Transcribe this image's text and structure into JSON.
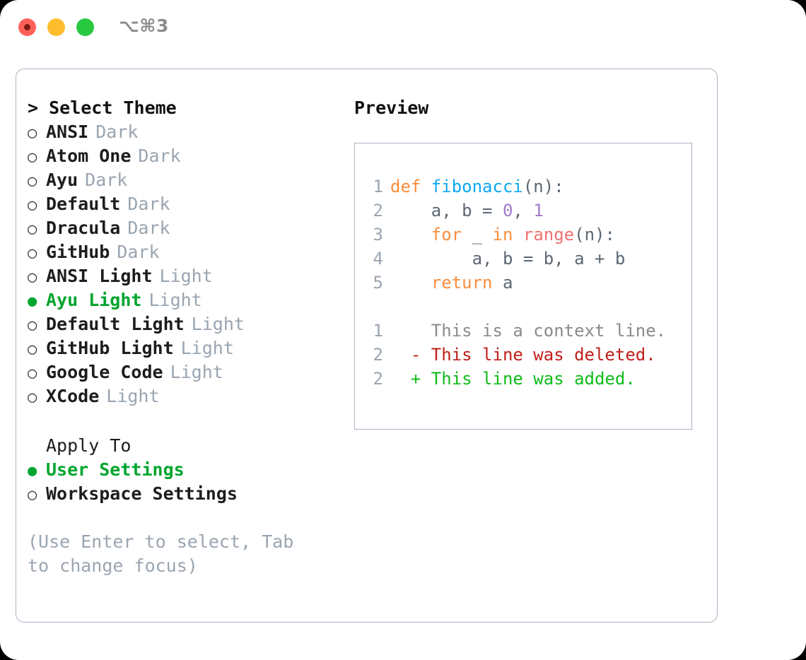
{
  "titlebar": {
    "shortcut": "⌥⌘3",
    "buttons": [
      {
        "name": "close",
        "color": "#ff6159"
      },
      {
        "name": "minimize",
        "color": "#ffbd2e"
      },
      {
        "name": "maximize",
        "color": "#28c940"
      }
    ]
  },
  "theme_selector": {
    "header": "> Select Theme",
    "items": [
      {
        "label": "ANSI",
        "tag": "Dark",
        "selected": false,
        "bullet": "○"
      },
      {
        "label": "Atom One",
        "tag": "Dark",
        "selected": false,
        "bullet": "○"
      },
      {
        "label": "Ayu",
        "tag": "Dark",
        "selected": false,
        "bullet": "○"
      },
      {
        "label": "Default",
        "tag": "Dark",
        "selected": false,
        "bullet": "○"
      },
      {
        "label": "Dracula",
        "tag": "Dark",
        "selected": false,
        "bullet": "○"
      },
      {
        "label": "GitHub",
        "tag": "Dark",
        "selected": false,
        "bullet": "○"
      },
      {
        "label": "ANSI Light",
        "tag": "Light",
        "selected": false,
        "bullet": "○"
      },
      {
        "label": "Ayu Light",
        "tag": "Light",
        "selected": true,
        "bullet": "●"
      },
      {
        "label": "Default Light",
        "tag": "Light",
        "selected": false,
        "bullet": "○"
      },
      {
        "label": "GitHub Light",
        "tag": "Light",
        "selected": false,
        "bullet": "○"
      },
      {
        "label": "Google Code",
        "tag": "Light",
        "selected": false,
        "bullet": "○"
      },
      {
        "label": "XCode",
        "tag": "Light",
        "selected": false,
        "bullet": "○"
      }
    ]
  },
  "apply_to": {
    "header": "Apply To",
    "items": [
      {
        "label": "User Settings",
        "selected": true,
        "bullet": "●"
      },
      {
        "label": "Workspace Settings",
        "selected": false,
        "bullet": "○"
      }
    ]
  },
  "hint": "(Use Enter to select, Tab to change focus)",
  "preview": {
    "header": "Preview",
    "code_lines": [
      {
        "n": "1",
        "tokens": [
          {
            "t": "def ",
            "c": "k"
          },
          {
            "t": "fibonacci",
            "c": "fn"
          },
          {
            "t": "(n):",
            "c": "pn"
          }
        ]
      },
      {
        "n": "2",
        "tokens": [
          {
            "t": "    a, b = ",
            "c": "id"
          },
          {
            "t": "0",
            "c": "num"
          },
          {
            "t": ", ",
            "c": "pn"
          },
          {
            "t": "1",
            "c": "num"
          }
        ]
      },
      {
        "n": "3",
        "tokens": [
          {
            "t": "    ",
            "c": "pn"
          },
          {
            "t": "for",
            "c": "k"
          },
          {
            "t": " _ ",
            "c": "id"
          },
          {
            "t": "in",
            "c": "k"
          },
          {
            "t": " ",
            "c": "pn"
          },
          {
            "t": "range",
            "c": "bi"
          },
          {
            "t": "(n):",
            "c": "pn"
          }
        ]
      },
      {
        "n": "4",
        "tokens": [
          {
            "t": "        a, b = b, a + b",
            "c": "id"
          }
        ]
      },
      {
        "n": "5",
        "tokens": [
          {
            "t": "    ",
            "c": "pn"
          },
          {
            "t": "return",
            "c": "k"
          },
          {
            "t": " a",
            "c": "id"
          }
        ]
      }
    ],
    "diff_lines": [
      {
        "n": "1",
        "marker": " ",
        "text": "This is a context line.",
        "kind": "d-ctx"
      },
      {
        "n": "2",
        "marker": "-",
        "text": "This line was deleted.",
        "kind": "d-del"
      },
      {
        "n": "2",
        "marker": "+",
        "text": "This line was added.",
        "kind": "d-add"
      }
    ]
  },
  "colors": {
    "accent_green": "#00a52e",
    "muted": "#9aa5b1",
    "border": "#aab4c4",
    "keyword": "#fa8d3e",
    "function": "#0ba9f0",
    "number": "#a37acc",
    "builtin": "#f07171",
    "diff_add": "#0fbb1a",
    "diff_del": "#c0201a"
  }
}
